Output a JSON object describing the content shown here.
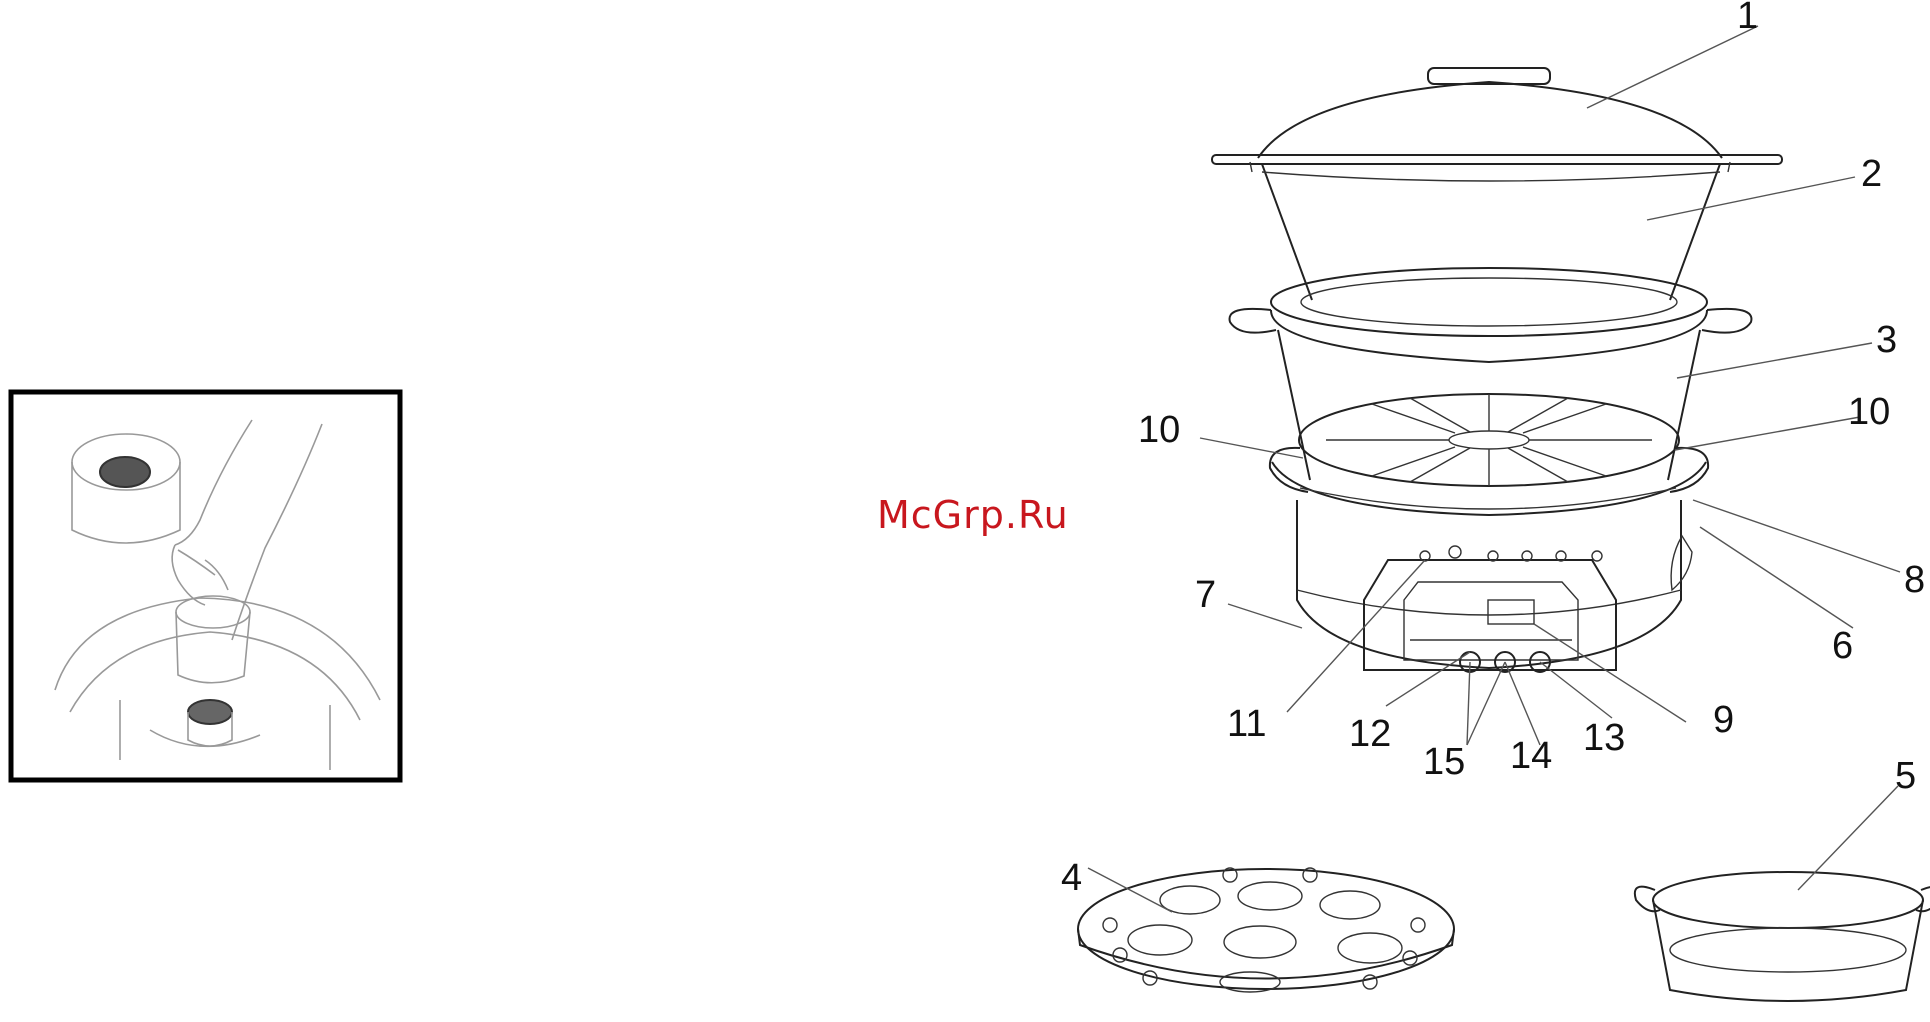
{
  "watermark": "McGrp.Ru",
  "callouts": [
    "1",
    "2",
    "3",
    "4",
    "5",
    "6",
    "7",
    "8",
    "9",
    "10",
    "10",
    "11",
    "12",
    "13",
    "14",
    "15"
  ],
  "colors": {
    "watermark": "#c8171e",
    "ink": "#111111",
    "frame": "#000000"
  }
}
